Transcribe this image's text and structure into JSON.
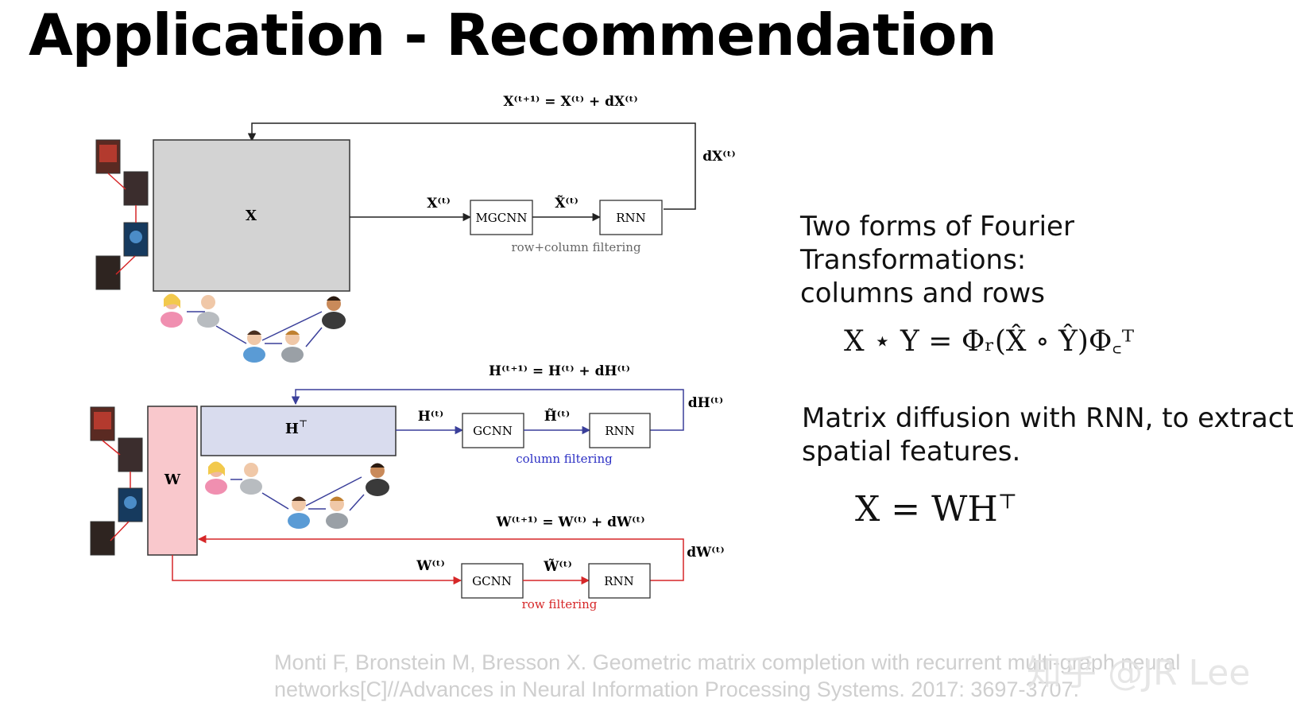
{
  "slide": {
    "title": "Application - Recommendation",
    "text1_line1": "Two forms of Fourier Transformations:",
    "text1_line2": "columns and rows",
    "formula1": "X ⋆ Y = Φᵣ(X̂ ∘ Ŷ)Φ꜀ᵀ",
    "text2_line1": "Matrix diffusion with RNN, to extract",
    "text2_line2": "spatial features.",
    "formula2": "X = WH",
    "formula2_sup": "⊤",
    "citation_line1": "Monti F, Bronstein M, Bresson X. Geometric matrix completion with recurrent multi-graph neural",
    "citation_line2": "networks[C]//Advances in Neural Information Processing Systems. 2017: 3697-3707.",
    "watermark": "知乎 @JR Lee"
  },
  "diagram_top": {
    "update_eq": "X⁽ᵗ⁺¹⁾ = X⁽ᵗ⁾ + dX⁽ᵗ⁾",
    "matrix_label": "X",
    "input_label": "X⁽ᵗ⁾",
    "block1": "MGCNN",
    "mid_label": "X̃⁽ᵗ⁾",
    "block2": "RNN",
    "feedback_label": "dX⁽ᵗ⁾",
    "filter_caption": "row+column filtering"
  },
  "diagram_bottom": {
    "h_update_eq": "H⁽ᵗ⁺¹⁾ = H⁽ᵗ⁾ + dH⁽ᵗ⁾",
    "h_matrix_label": "H",
    "h_matrix_sup": "⊤",
    "w_matrix_label": "W",
    "h_input_label": "H⁽ᵗ⁾",
    "h_block1": "GCNN",
    "h_mid_label": "H̃⁽ᵗ⁾",
    "h_block2": "RNN",
    "h_feedback_label": "dH⁽ᵗ⁾",
    "h_caption": "column filtering",
    "w_update_eq": "W⁽ᵗ⁺¹⁾ = W⁽ᵗ⁾ + dW⁽ᵗ⁾",
    "w_input_label": "W⁽ᵗ⁾",
    "w_block1": "GCNN",
    "w_mid_label": "W̃⁽ᵗ⁾",
    "w_block2": "RNN",
    "w_feedback_label": "dW⁽ᵗ⁾",
    "w_caption": "row filtering"
  },
  "colors": {
    "matrix_gray": "#d3d3d3",
    "h_fill": "#d9dcee",
    "w_fill": "#f9c8cc",
    "blue_arrow": "#3a3f9a",
    "red_arrow": "#d62728",
    "caption_blue": "#2b2fc4",
    "caption_red": "#d62728"
  }
}
